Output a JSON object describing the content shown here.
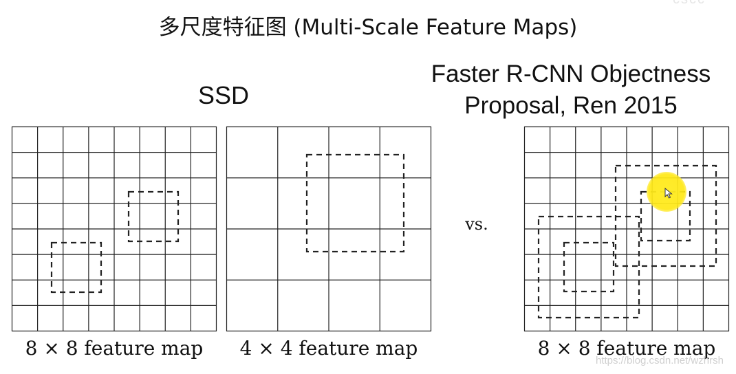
{
  "slide": {
    "title": "多尺度特征图 (Multi-Scale Feature Maps)",
    "ssd_title": "SSD",
    "frcnn_title_line1": "Faster R-CNN Objectness",
    "frcnn_title_line2": "Proposal, Ren 2015",
    "vs_label": "vs.",
    "captions": {
      "ssd_8x8": "8 × 8 feature map",
      "ssd_4x4": "4 × 4 feature map",
      "frcnn_8x8": "8 × 8 feature map"
    },
    "watermark": "https://blog.csdn.net/wzhrsh",
    "corner_mark": "cscc"
  },
  "grids": {
    "ssd_8x8": {
      "rows": 8,
      "cols": 8
    },
    "ssd_4x4": {
      "rows": 4,
      "cols": 4
    },
    "frcnn_8x8": {
      "rows": 8,
      "cols": 8
    }
  },
  "colors": {
    "line": "#222222",
    "cursor_highlight": "#ffe81c"
  },
  "icons": {
    "cursor": "mouse-pointer-icon"
  }
}
